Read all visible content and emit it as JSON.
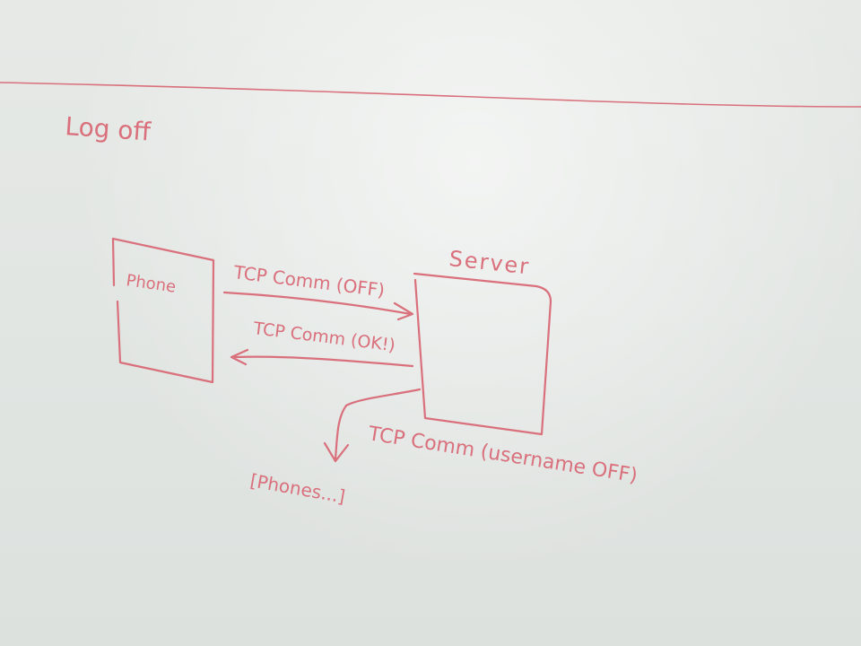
{
  "ink_color": "#d9707c",
  "board_color": "#e3e6e3",
  "texts": {
    "title": "Log off",
    "phone_label": "Phone",
    "server_label": "Server",
    "request_label": "TCP Comm (OFF)",
    "response_label": "TCP Comm (OK!)",
    "broadcast_label": "TCP Comm (username OFF)",
    "phones_list": "[Phones...]"
  }
}
